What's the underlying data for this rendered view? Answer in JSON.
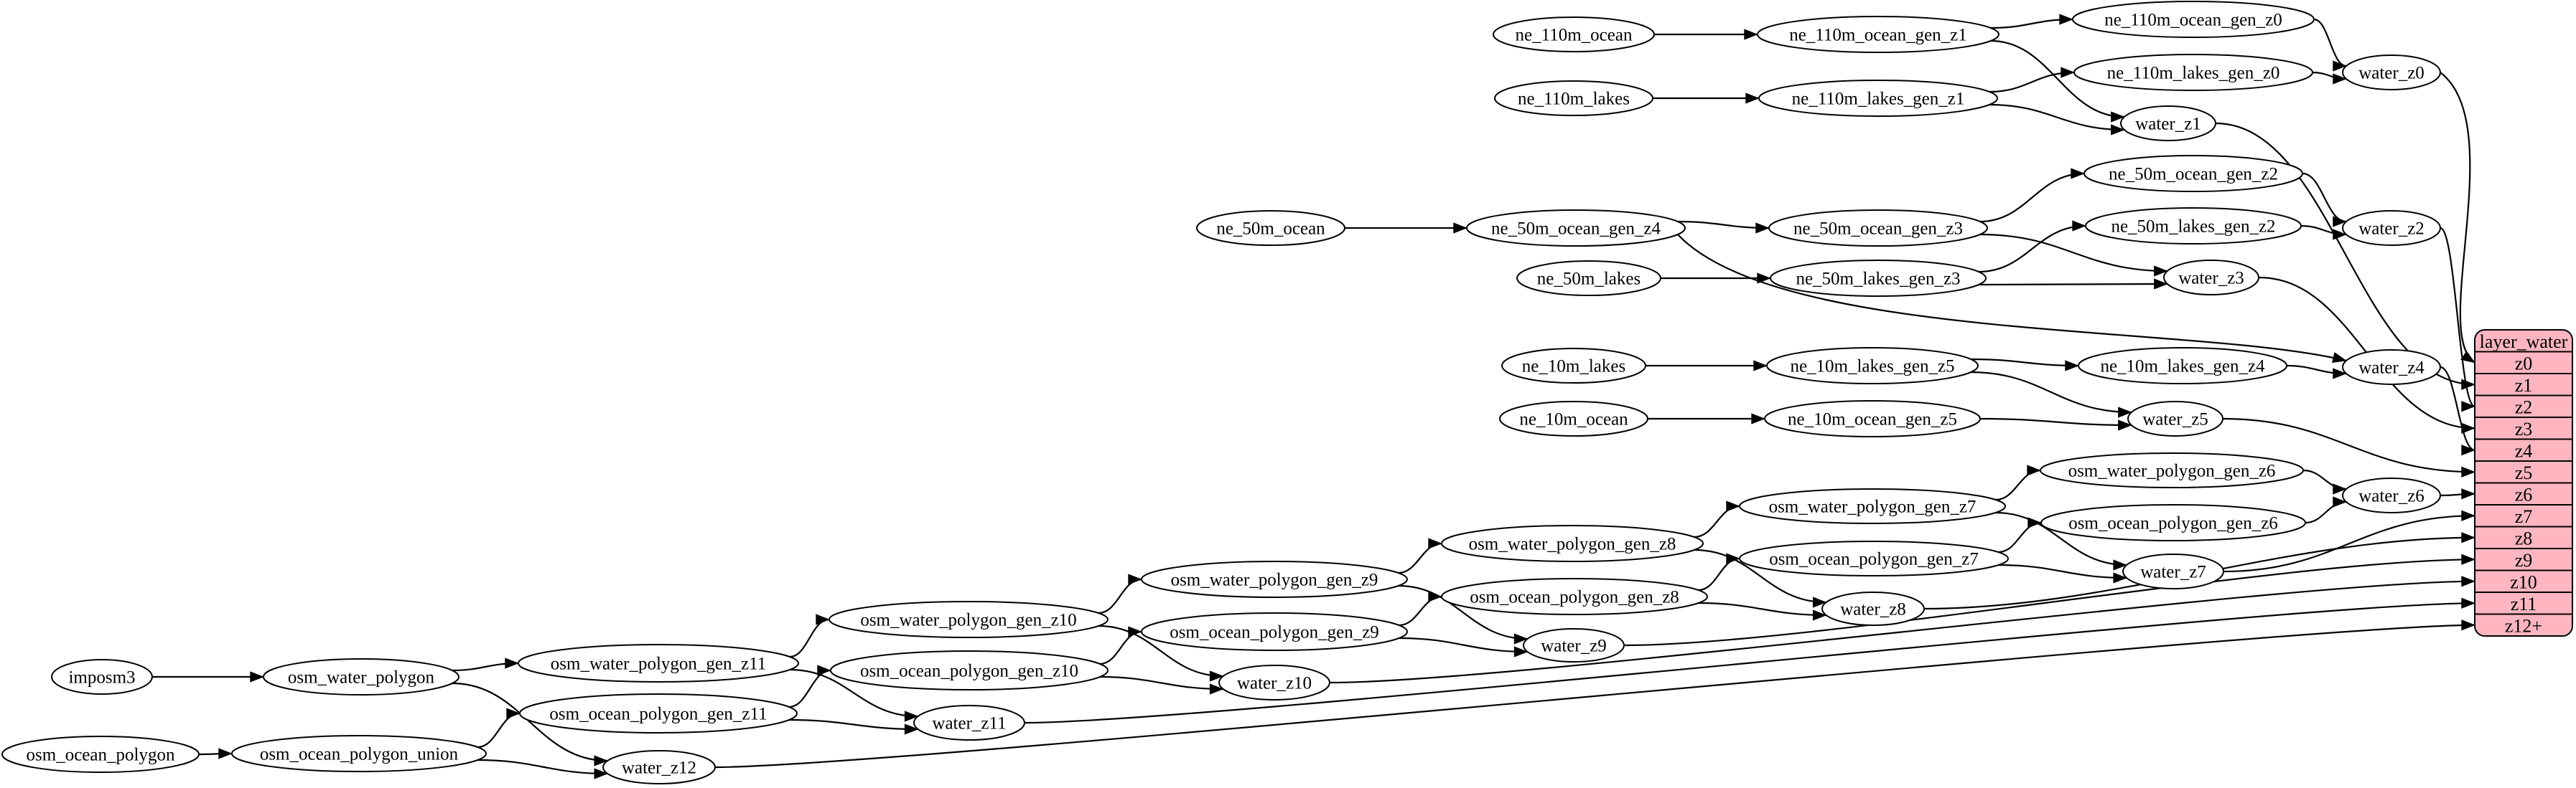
{
  "diagram": {
    "colors": {
      "background": "#ffffff",
      "node_fill": "#ffffff",
      "line": "#000000",
      "table_fill": "#ffb6c1"
    },
    "nodes": [
      {
        "id": "ne_110m_ocean",
        "label": "ne_110m_ocean"
      },
      {
        "id": "ne_110m_ocean_gen_z1",
        "label": "ne_110m_ocean_gen_z1"
      },
      {
        "id": "ne_110m_ocean_gen_z0",
        "label": "ne_110m_ocean_gen_z0"
      },
      {
        "id": "ne_110m_lakes",
        "label": "ne_110m_lakes"
      },
      {
        "id": "ne_110m_lakes_gen_z1",
        "label": "ne_110m_lakes_gen_z1"
      },
      {
        "id": "ne_110m_lakes_gen_z0",
        "label": "ne_110m_lakes_gen_z0"
      },
      {
        "id": "water_z0",
        "label": "water_z0"
      },
      {
        "id": "water_z1",
        "label": "water_z1"
      },
      {
        "id": "ne_50m_ocean",
        "label": "ne_50m_ocean"
      },
      {
        "id": "ne_50m_ocean_gen_z4",
        "label": "ne_50m_ocean_gen_z4"
      },
      {
        "id": "ne_50m_ocean_gen_z3",
        "label": "ne_50m_ocean_gen_z3"
      },
      {
        "id": "ne_50m_ocean_gen_z2",
        "label": "ne_50m_ocean_gen_z2"
      },
      {
        "id": "ne_50m_lakes",
        "label": "ne_50m_lakes"
      },
      {
        "id": "ne_50m_lakes_gen_z3",
        "label": "ne_50m_lakes_gen_z3"
      },
      {
        "id": "ne_50m_lakes_gen_z2",
        "label": "ne_50m_lakes_gen_z2"
      },
      {
        "id": "water_z2",
        "label": "water_z2"
      },
      {
        "id": "water_z3",
        "label": "water_z3"
      },
      {
        "id": "ne_10m_lakes",
        "label": "ne_10m_lakes"
      },
      {
        "id": "ne_10m_lakes_gen_z5",
        "label": "ne_10m_lakes_gen_z5"
      },
      {
        "id": "ne_10m_lakes_gen_z4",
        "label": "ne_10m_lakes_gen_z4"
      },
      {
        "id": "water_z4",
        "label": "water_z4"
      },
      {
        "id": "ne_10m_ocean",
        "label": "ne_10m_ocean"
      },
      {
        "id": "ne_10m_ocean_gen_z5",
        "label": "ne_10m_ocean_gen_z5"
      },
      {
        "id": "water_z5",
        "label": "water_z5"
      },
      {
        "id": "imposm3",
        "label": "imposm3"
      },
      {
        "id": "osm_water_polygon",
        "label": "osm_water_polygon"
      },
      {
        "id": "osm_ocean_polygon",
        "label": "osm_ocean_polygon"
      },
      {
        "id": "osm_ocean_polygon_union",
        "label": "osm_ocean_polygon_union"
      },
      {
        "id": "osm_water_polygon_gen_z11",
        "label": "osm_water_polygon_gen_z11"
      },
      {
        "id": "osm_ocean_polygon_gen_z11",
        "label": "osm_ocean_polygon_gen_z11"
      },
      {
        "id": "water_z12",
        "label": "water_z12"
      },
      {
        "id": "osm_water_polygon_gen_z10",
        "label": "osm_water_polygon_gen_z10"
      },
      {
        "id": "osm_ocean_polygon_gen_z10",
        "label": "osm_ocean_polygon_gen_z10"
      },
      {
        "id": "water_z11",
        "label": "water_z11"
      },
      {
        "id": "osm_water_polygon_gen_z9",
        "label": "osm_water_polygon_gen_z9"
      },
      {
        "id": "osm_ocean_polygon_gen_z9",
        "label": "osm_ocean_polygon_gen_z9"
      },
      {
        "id": "water_z10",
        "label": "water_z10"
      },
      {
        "id": "osm_water_polygon_gen_z8",
        "label": "osm_water_polygon_gen_z8"
      },
      {
        "id": "osm_ocean_polygon_gen_z8",
        "label": "osm_ocean_polygon_gen_z8"
      },
      {
        "id": "water_z9",
        "label": "water_z9"
      },
      {
        "id": "osm_water_polygon_gen_z7",
        "label": "osm_water_polygon_gen_z7"
      },
      {
        "id": "osm_ocean_polygon_gen_z7",
        "label": "osm_ocean_polygon_gen_z7"
      },
      {
        "id": "water_z8",
        "label": "water_z8"
      },
      {
        "id": "osm_water_polygon_gen_z6",
        "label": "osm_water_polygon_gen_z6"
      },
      {
        "id": "osm_ocean_polygon_gen_z6",
        "label": "osm_ocean_polygon_gen_z6"
      },
      {
        "id": "water_z7",
        "label": "water_z7"
      },
      {
        "id": "water_z6",
        "label": "water_z6"
      }
    ],
    "edges": [
      {
        "from": "ne_110m_ocean",
        "to": "ne_110m_ocean_gen_z1"
      },
      {
        "from": "ne_110m_ocean_gen_z1",
        "to": "ne_110m_ocean_gen_z0"
      },
      {
        "from": "ne_110m_ocean_gen_z1",
        "to": "water_z1"
      },
      {
        "from": "ne_110m_lakes",
        "to": "ne_110m_lakes_gen_z1"
      },
      {
        "from": "ne_110m_lakes_gen_z1",
        "to": "ne_110m_lakes_gen_z0"
      },
      {
        "from": "ne_110m_lakes_gen_z1",
        "to": "water_z1"
      },
      {
        "from": "ne_110m_ocean_gen_z0",
        "to": "water_z0"
      },
      {
        "from": "ne_110m_lakes_gen_z0",
        "to": "water_z0"
      },
      {
        "from": "water_z0",
        "to": "layer_water:z0"
      },
      {
        "from": "water_z1",
        "to": "layer_water:z1"
      },
      {
        "from": "ne_50m_ocean",
        "to": "ne_50m_ocean_gen_z4"
      },
      {
        "from": "ne_50m_ocean_gen_z4",
        "to": "ne_50m_ocean_gen_z3"
      },
      {
        "from": "ne_50m_ocean_gen_z4",
        "to": "water_z4"
      },
      {
        "from": "ne_50m_ocean_gen_z3",
        "to": "ne_50m_ocean_gen_z2"
      },
      {
        "from": "ne_50m_ocean_gen_z3",
        "to": "water_z3"
      },
      {
        "from": "ne_50m_lakes",
        "to": "ne_50m_lakes_gen_z3"
      },
      {
        "from": "ne_50m_lakes_gen_z3",
        "to": "ne_50m_lakes_gen_z2"
      },
      {
        "from": "ne_50m_lakes_gen_z3",
        "to": "water_z3"
      },
      {
        "from": "ne_50m_ocean_gen_z2",
        "to": "water_z2"
      },
      {
        "from": "ne_50m_lakes_gen_z2",
        "to": "water_z2"
      },
      {
        "from": "water_z2",
        "to": "layer_water:z2"
      },
      {
        "from": "water_z3",
        "to": "layer_water:z3"
      },
      {
        "from": "water_z4",
        "to": "layer_water:z4"
      },
      {
        "from": "ne_10m_lakes",
        "to": "ne_10m_lakes_gen_z5"
      },
      {
        "from": "ne_10m_lakes_gen_z5",
        "to": "ne_10m_lakes_gen_z4"
      },
      {
        "from": "ne_10m_lakes_gen_z5",
        "to": "water_z5"
      },
      {
        "from": "ne_10m_lakes_gen_z4",
        "to": "water_z4"
      },
      {
        "from": "ne_10m_ocean",
        "to": "ne_10m_ocean_gen_z5"
      },
      {
        "from": "ne_10m_ocean_gen_z5",
        "to": "water_z5"
      },
      {
        "from": "water_z5",
        "to": "layer_water:z5"
      },
      {
        "from": "imposm3",
        "to": "osm_water_polygon"
      },
      {
        "from": "osm_water_polygon",
        "to": "osm_water_polygon_gen_z11"
      },
      {
        "from": "osm_water_polygon",
        "to": "water_z12"
      },
      {
        "from": "osm_ocean_polygon",
        "to": "osm_ocean_polygon_union"
      },
      {
        "from": "osm_ocean_polygon_union",
        "to": "osm_ocean_polygon_gen_z11"
      },
      {
        "from": "osm_ocean_polygon_union",
        "to": "water_z12"
      },
      {
        "from": "osm_water_polygon_gen_z11",
        "to": "osm_water_polygon_gen_z10"
      },
      {
        "from": "osm_water_polygon_gen_z11",
        "to": "water_z11"
      },
      {
        "from": "osm_ocean_polygon_gen_z11",
        "to": "osm_ocean_polygon_gen_z10"
      },
      {
        "from": "osm_ocean_polygon_gen_z11",
        "to": "water_z11"
      },
      {
        "from": "osm_water_polygon_gen_z10",
        "to": "osm_water_polygon_gen_z9"
      },
      {
        "from": "osm_water_polygon_gen_z10",
        "to": "water_z10"
      },
      {
        "from": "osm_ocean_polygon_gen_z10",
        "to": "osm_ocean_polygon_gen_z9"
      },
      {
        "from": "osm_ocean_polygon_gen_z10",
        "to": "water_z10"
      },
      {
        "from": "osm_water_polygon_gen_z9",
        "to": "osm_water_polygon_gen_z8"
      },
      {
        "from": "osm_water_polygon_gen_z9",
        "to": "water_z9"
      },
      {
        "from": "osm_ocean_polygon_gen_z9",
        "to": "osm_ocean_polygon_gen_z8"
      },
      {
        "from": "osm_ocean_polygon_gen_z9",
        "to": "water_z9"
      },
      {
        "from": "osm_water_polygon_gen_z8",
        "to": "osm_water_polygon_gen_z7"
      },
      {
        "from": "osm_water_polygon_gen_z8",
        "to": "water_z8"
      },
      {
        "from": "osm_ocean_polygon_gen_z8",
        "to": "osm_ocean_polygon_gen_z7"
      },
      {
        "from": "osm_ocean_polygon_gen_z8",
        "to": "water_z8"
      },
      {
        "from": "osm_water_polygon_gen_z7",
        "to": "osm_water_polygon_gen_z6"
      },
      {
        "from": "osm_water_polygon_gen_z7",
        "to": "water_z7"
      },
      {
        "from": "osm_ocean_polygon_gen_z7",
        "to": "osm_ocean_polygon_gen_z6"
      },
      {
        "from": "osm_ocean_polygon_gen_z7",
        "to": "water_z7"
      },
      {
        "from": "osm_water_polygon_gen_z6",
        "to": "water_z6"
      },
      {
        "from": "osm_ocean_polygon_gen_z6",
        "to": "water_z6"
      },
      {
        "from": "water_z6",
        "to": "layer_water:z6"
      },
      {
        "from": "water_z7",
        "to": "layer_water:z7"
      },
      {
        "from": "water_z8",
        "to": "layer_water:z8"
      },
      {
        "from": "water_z9",
        "to": "layer_water:z9"
      },
      {
        "from": "water_z10",
        "to": "layer_water:z10"
      },
      {
        "from": "water_z11",
        "to": "layer_water:z11"
      },
      {
        "from": "water_z12",
        "to": "layer_water:z12+"
      }
    ],
    "table": {
      "title": "layer_water",
      "rows": [
        "z0",
        "z1",
        "z2",
        "z3",
        "z4",
        "z5",
        "z6",
        "z7",
        "z8",
        "z9",
        "z10",
        "z11",
        "z12+"
      ]
    }
  }
}
